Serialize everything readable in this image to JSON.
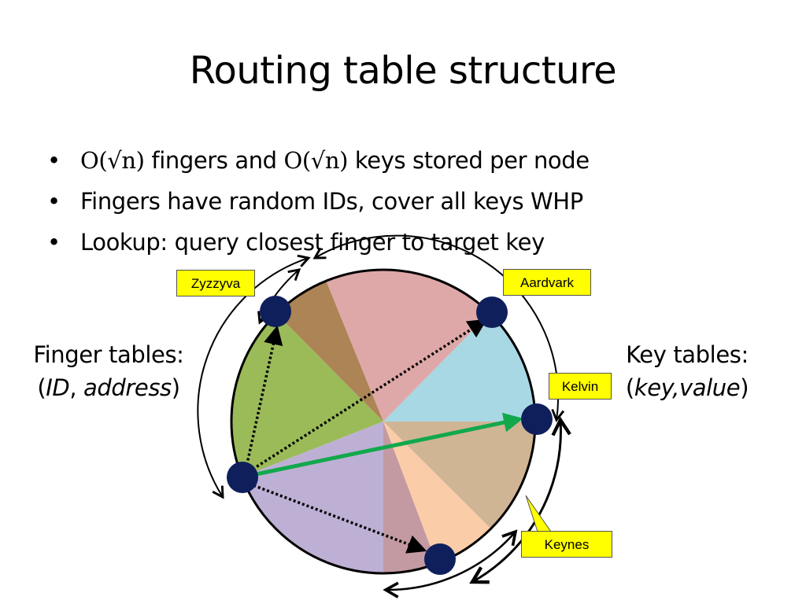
{
  "title": "Routing table structure",
  "bullets": [
    {
      "parts": [
        {
          "text": "O(√n)",
          "math": true
        },
        {
          "text": " fingers and ",
          "math": false
        },
        {
          "text": "O(√n)",
          "math": true
        },
        {
          "text": " keys stored per node",
          "math": false
        }
      ]
    },
    {
      "parts": [
        {
          "text": "Fingers have random IDs, cover all keys WHP",
          "math": false
        }
      ]
    },
    {
      "parts": [
        {
          "text": "Lookup: query closest finger to target key",
          "math": false
        }
      ]
    }
  ],
  "bullet_char": "•",
  "finger_tables": {
    "line1": "Finger tables:",
    "open": "(",
    "id": "ID",
    "comma": ", ",
    "address": "address",
    "close": ")"
  },
  "key_tables": {
    "line1": "Key tables:",
    "open": "(",
    "kv": "key,value",
    "close": ")"
  },
  "callouts": {
    "zyzzyva": "Zyzzyva",
    "aardvark": "Aardvark",
    "kelvin": "Kelvin",
    "keynes": "Keynes"
  },
  "colors": {
    "node": "#0f1f5c",
    "lookup_arrow": "#12a84c",
    "callout": "#ffff00",
    "sector_pink": "#dfa8a8",
    "sector_brown": "#ad8455",
    "sector_green": "#9bbb59",
    "sector_purple": "#bdb0d4",
    "sector_mauve": "#c39aa2",
    "sector_peach": "#fbcca8",
    "sector_tan": "#d0b595",
    "sector_blue": "#a8d8e4"
  }
}
